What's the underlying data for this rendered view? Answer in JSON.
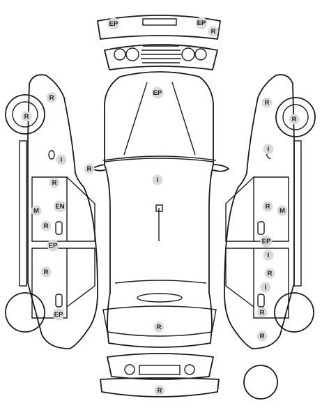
{
  "legend_colors": {
    "badge_fill": "#d9d9d9",
    "outline": "#1a1a1a",
    "background": "#ffffff"
  },
  "markers": [
    {
      "id": "front-bumper-ep-left",
      "code": "EP"
    },
    {
      "id": "front-bumper-ep-right",
      "code": "EP"
    },
    {
      "id": "front-bumper-r",
      "code": "R"
    },
    {
      "id": "hood-ep",
      "code": "EP"
    },
    {
      "id": "roof-i",
      "code": "I"
    },
    {
      "id": "trunk-r",
      "code": "R"
    },
    {
      "id": "rear-bumper-r",
      "code": "R"
    },
    {
      "id": "left-mirror-r",
      "code": "R"
    },
    {
      "id": "left-front-fender-r",
      "code": "R"
    },
    {
      "id": "left-front-wheel-r",
      "code": "R"
    },
    {
      "id": "left-fender-i",
      "code": "I"
    },
    {
      "id": "left-front-door-r",
      "code": "R"
    },
    {
      "id": "left-front-door-en",
      "code": "EN"
    },
    {
      "id": "left-rocker-m",
      "code": "M"
    },
    {
      "id": "left-front-door-r2",
      "code": "R"
    },
    {
      "id": "left-pillar-ep",
      "code": "EP"
    },
    {
      "id": "left-rear-door-r",
      "code": "R"
    },
    {
      "id": "left-rear-ep",
      "code": "EP"
    },
    {
      "id": "right-front-fender-r",
      "code": "R"
    },
    {
      "id": "right-front-wheel-r",
      "code": "R"
    },
    {
      "id": "right-fender-i",
      "code": "I"
    },
    {
      "id": "right-front-door-r",
      "code": "R"
    },
    {
      "id": "right-rocker-m",
      "code": "M"
    },
    {
      "id": "right-pillar-ep",
      "code": "EP"
    },
    {
      "id": "right-rear-door-i",
      "code": "I"
    },
    {
      "id": "right-rear-door-r",
      "code": "R"
    },
    {
      "id": "right-rear-door-i2",
      "code": "I"
    },
    {
      "id": "right-rear-r",
      "code": "R"
    },
    {
      "id": "right-quarter-r",
      "code": "R"
    }
  ]
}
